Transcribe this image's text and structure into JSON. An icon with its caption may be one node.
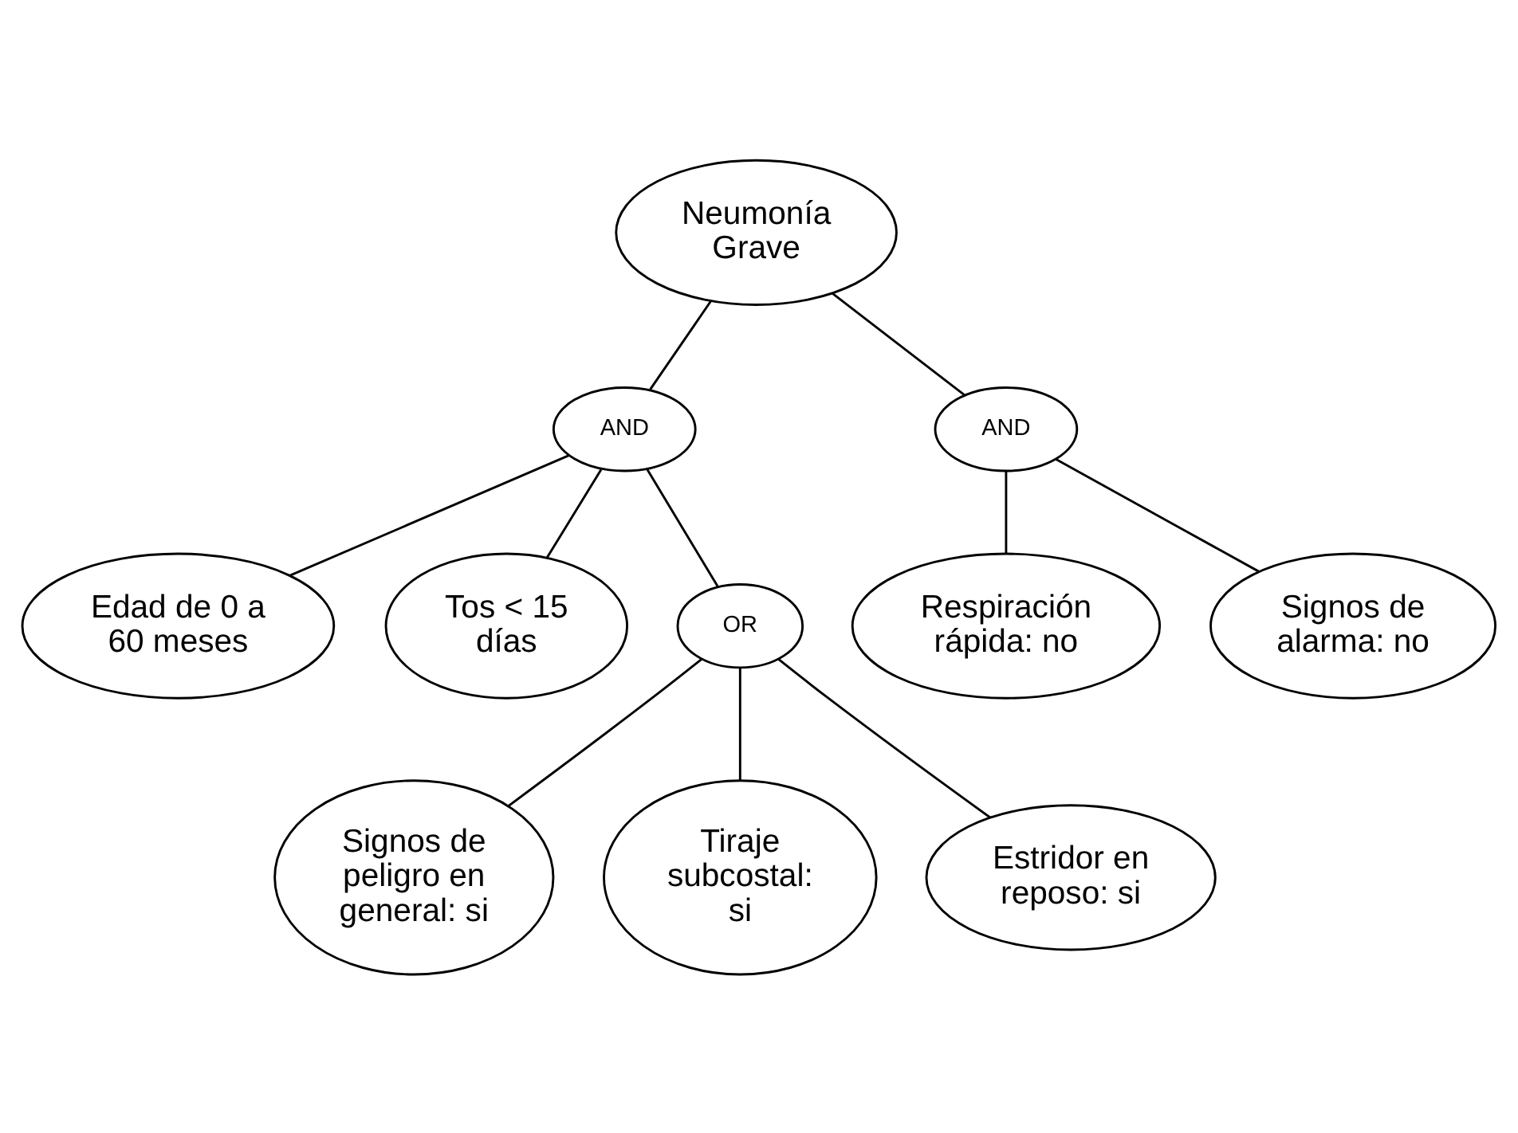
{
  "diagram": {
    "nodes": [
      {
        "text": [
          "Neumonía Grave"
        ]
      },
      {
        "text": [
          "AND"
        ]
      },
      {
        "text": [
          "AND"
        ]
      },
      {
        "text": [
          "Respiración rápida: no"
        ]
      },
      {
        "text": [
          "Edad de 0 a 60 meses"
        ]
      },
      {
        "text": [
          "Tos < 15 días"
        ]
      },
      {
        "text": [
          "OR"
        ]
      },
      {
        "text": [
          "Signos de alarma: no"
        ]
      },
      {
        "text": [
          "Signos de peligro en general: si"
        ]
      },
      {
        "text": [
          "Tiraje subcostal: si"
        ]
      },
      {
        "text": [
          "Estridor en reposo: si"
        ]
      }
    ],
    "edges": [
      {
        "from": 0,
        "to": 1,
        "arrow": "none"
      },
      {
        "from": 0,
        "to": 2,
        "arrow": "none"
      },
      {
        "from": 1,
        "to": 4,
        "arrow": "none"
      },
      {
        "from": 1,
        "to": 5,
        "arrow": "none"
      },
      {
        "from": 1,
        "to": 6,
        "arrow": "none"
      },
      {
        "from": 2,
        "to": 3,
        "arrow": "none"
      },
      {
        "from": 2,
        "to": 7,
        "arrow": "none"
      },
      {
        "from": 6,
        "to": 8,
        "arrow": "none"
      },
      {
        "from": 6,
        "to": 9,
        "arrow": "none"
      },
      {
        "from": 6,
        "to": 10,
        "arrow": "none"
      }
    ]
  }
}
